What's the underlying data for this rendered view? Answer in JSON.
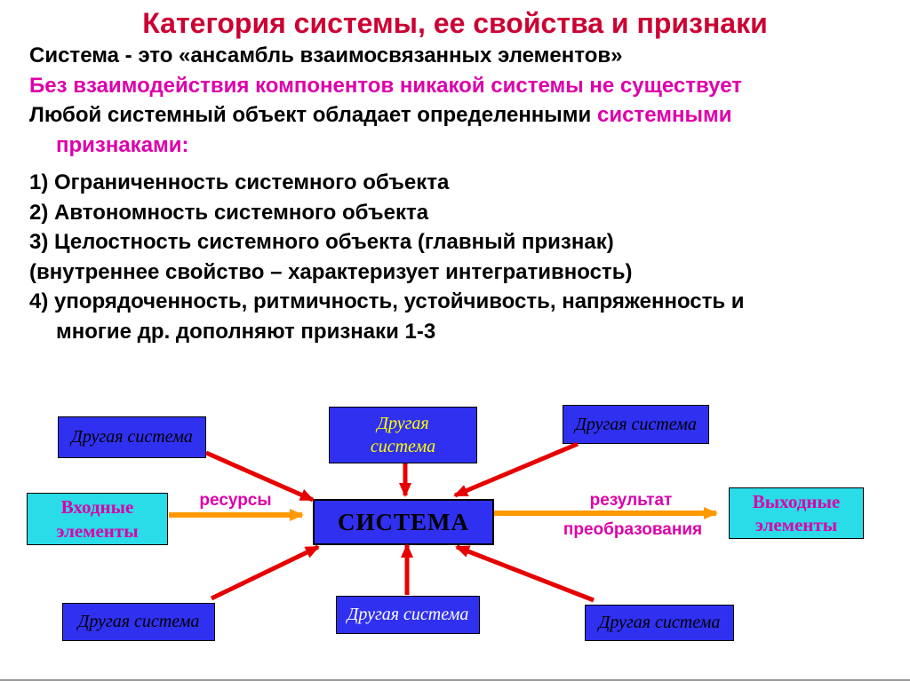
{
  "slide": {
    "title": "Категория системы, ее свойства и признаки"
  },
  "body": {
    "line1": "Система - это «ансамбль взаимосвязанных элементов»",
    "line2": "Без взаимодействия компонентов никакой системы не существует",
    "line3_black": "Любой системный объект обладает определенными ",
    "line3_magenta": "системными",
    "line4_magenta": "признаками:",
    "items": {
      "item1": "1) Ограниченность системного объекта",
      "item2": "2) Автономность системного объекта",
      "item3": "3) Целостность системного объекта (главный признак)",
      "item3_note": "(внутреннее свойство – характеризует интегративность)",
      "item4_line1": "4) упорядоченность, ритмичность, устойчивость, напряженность и",
      "item4_line2": "многие др. дополняют признаки 1-3"
    }
  },
  "diagram": {
    "system": "СИСТЕМА",
    "top_left": "Другая система",
    "top_center_line1": "Другая",
    "top_center_line2": "система",
    "top_right": "Другая система",
    "bottom_left": "Другая система",
    "bottom_center": "Другая система",
    "bottom_right": "Другая система",
    "input_line1": "Входные",
    "input_line2": "элементы",
    "output_line1": "Выходные",
    "output_line2": "элементы",
    "resources": "ресурсы",
    "result_line1": "результат",
    "result_line2": "преобразования"
  },
  "colors": {
    "title_red": "#cc0033",
    "magenta": "#dd00aa",
    "blue_box": "#3030f0",
    "cyan_box": "#2adbe8",
    "red_arrow": "#e60000",
    "orange_arrow": "#ff9900",
    "yellow_text": "#ffff00",
    "white_text": "#ffffff"
  }
}
